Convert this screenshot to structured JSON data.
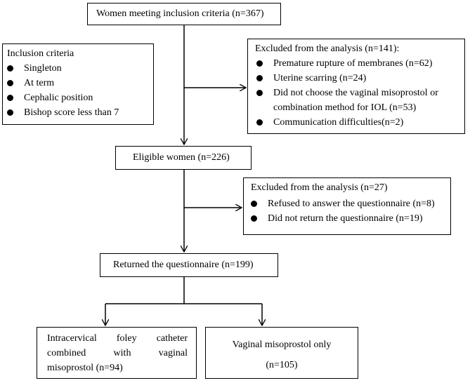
{
  "nodes": {
    "start": {
      "text": "Women meeting inclusion criteria (n=367)"
    },
    "inclusion": {
      "title": "Inclusion criteria",
      "items": [
        "Singleton",
        "At term",
        "Cephalic position",
        "Bishop score less than 7"
      ]
    },
    "excluded1": {
      "title": "Excluded from the analysis (n=141):",
      "items": [
        [
          "Premature rupture of membranes (n=62)"
        ],
        [
          "Uterine scarring (n=24)"
        ],
        [
          "Did not choose the vaginal misoprostol or",
          "combination method for IOL (n=53)"
        ],
        [
          "Communication difficulties(n=2)"
        ]
      ]
    },
    "eligible": {
      "text": "Eligible women (n=226)"
    },
    "excluded2": {
      "title": "Excluded from the analysis (n=27)",
      "items": [
        "Refused to answer the questionnaire (n=8)",
        "Did not return the questionnaire (n=19)"
      ]
    },
    "returned": {
      "text": "Returned the questionnaire (n=199)"
    },
    "group_a": {
      "lines": [
        "Intracervical foley catheter",
        "combined with vaginal",
        "misoprostol (n=94)"
      ]
    },
    "group_b": {
      "lines": [
        "Vaginal misoprostol only",
        "(n=105)"
      ]
    }
  },
  "edges": [
    {
      "from": "start",
      "to": "eligible",
      "type": "arrow"
    },
    {
      "from": "start",
      "to": "excluded1",
      "type": "arrow"
    },
    {
      "from": "eligible",
      "to": "returned",
      "type": "arrow"
    },
    {
      "from": "eligible",
      "to": "excluded2",
      "type": "arrow"
    },
    {
      "from": "returned",
      "to": "group_a",
      "type": "arrow"
    },
    {
      "from": "returned",
      "to": "group_b",
      "type": "arrow"
    }
  ],
  "colors": {
    "stroke": "#000000",
    "background": "#ffffff"
  }
}
